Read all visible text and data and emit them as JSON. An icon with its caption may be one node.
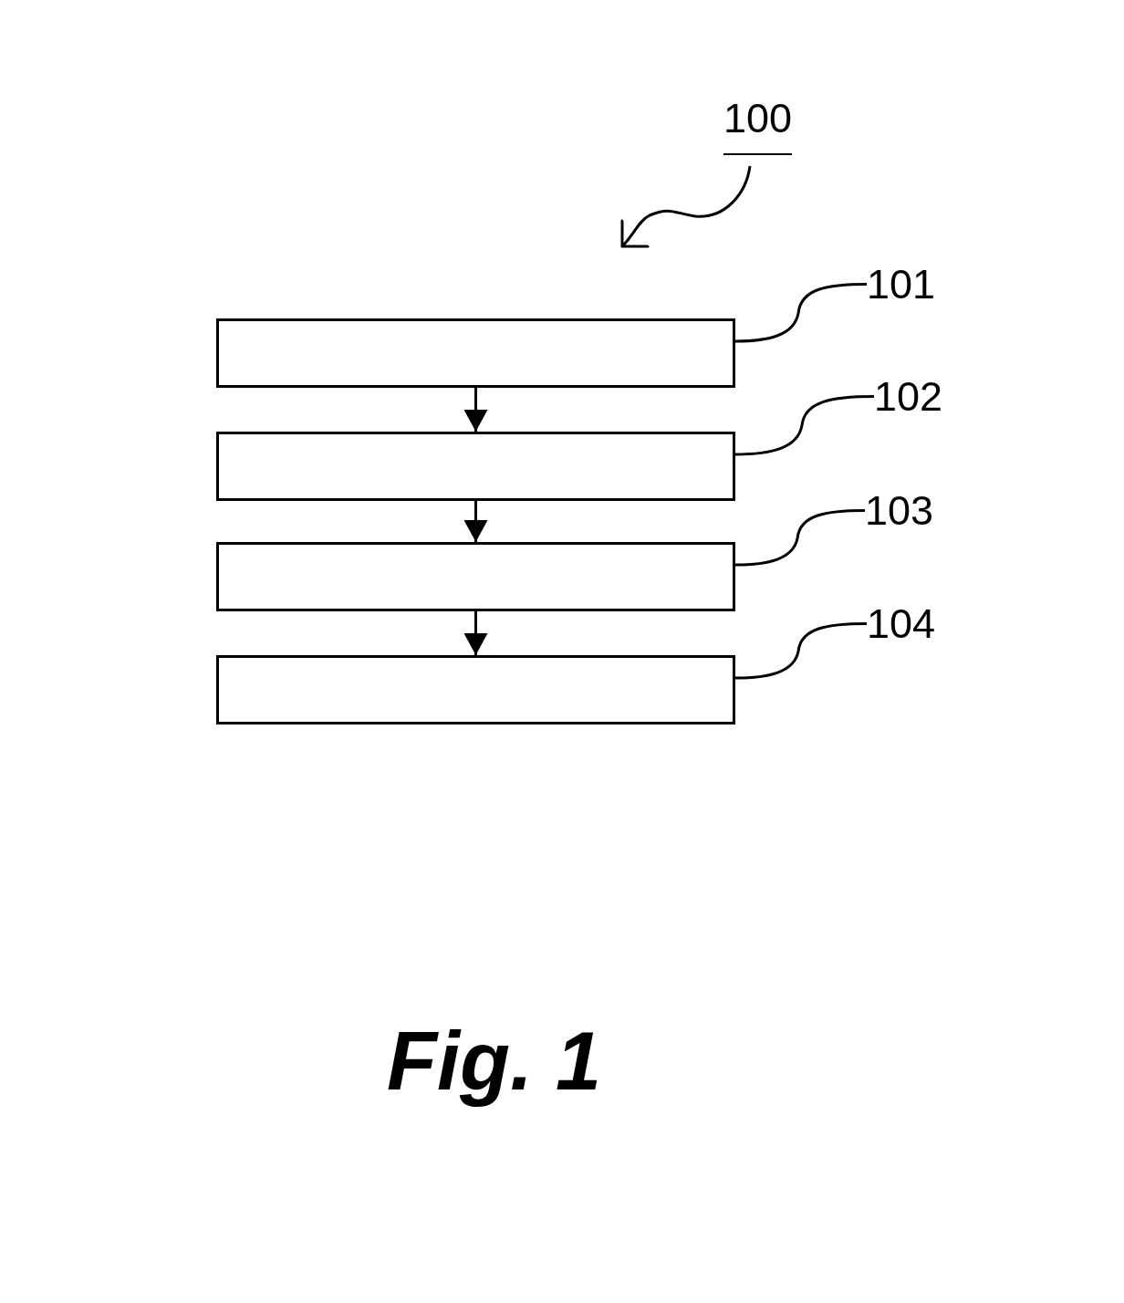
{
  "diagram": {
    "caption": "Fig. 1",
    "nodes": [
      {
        "text": [
          "100"
        ]
      },
      {
        "text": [],
        "shape": "box"
      },
      {
        "text": [],
        "shape": "box"
      },
      {
        "text": [],
        "shape": "box"
      },
      {
        "text": [],
        "shape": "box"
      },
      {
        "text": [
          "101"
        ]
      },
      {
        "text": [
          "102"
        ]
      },
      {
        "text": [
          "103"
        ]
      },
      {
        "text": [
          "104"
        ]
      }
    ],
    "edges": [
      {
        "from": 0,
        "to": null,
        "arrow": "to"
      },
      {
        "from": 1,
        "to": 2,
        "arrow": "to"
      },
      {
        "from": 2,
        "to": 3,
        "arrow": "to"
      },
      {
        "from": 3,
        "to": 4,
        "arrow": "to"
      },
      {
        "from": 5,
        "to": 1,
        "arrow": "none"
      },
      {
        "from": 6,
        "to": 2,
        "arrow": "none"
      },
      {
        "from": 7,
        "to": 3,
        "arrow": "none"
      },
      {
        "from": 8,
        "to": 4,
        "arrow": "none"
      }
    ]
  }
}
